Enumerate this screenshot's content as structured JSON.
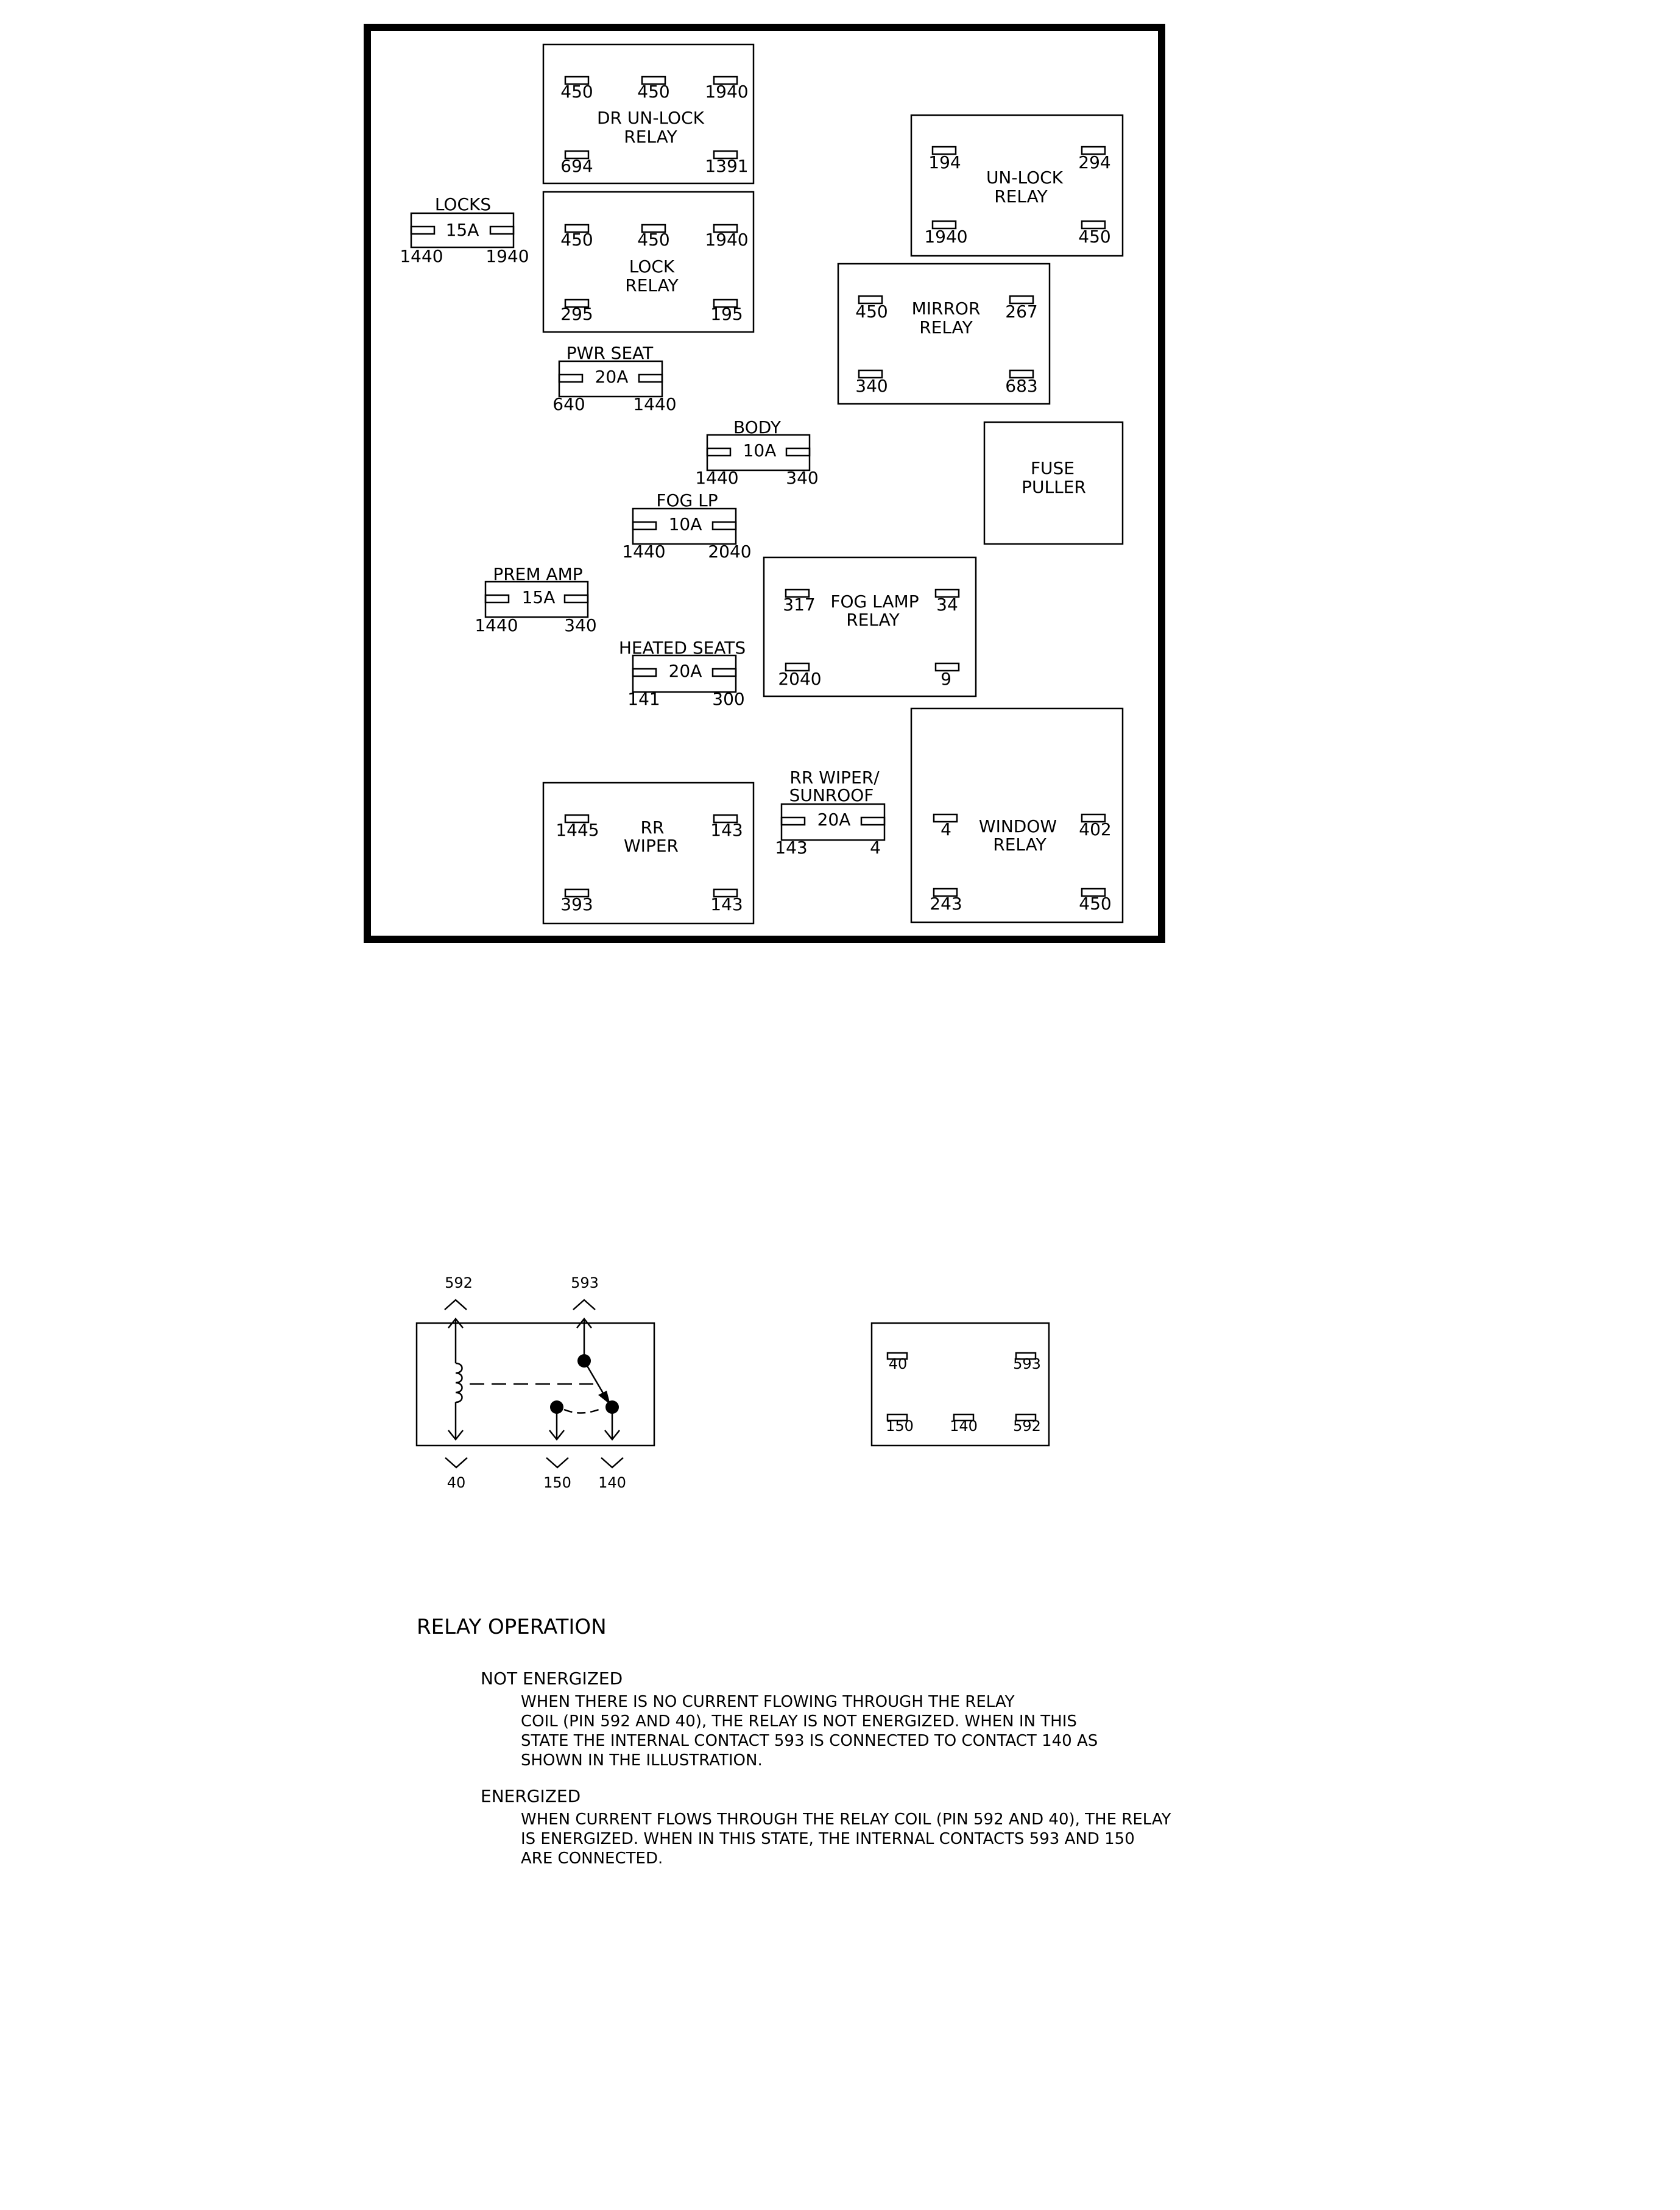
{
  "fuse_box": {
    "relays": [
      {
        "id": "dr-unlock-relay",
        "label": [
          "DR UN-LOCK",
          "RELAY"
        ],
        "pins": [
          "450",
          "450",
          "1940",
          "694",
          "1391"
        ]
      },
      {
        "id": "lock-relay",
        "label": [
          "LOCK",
          "RELAY"
        ],
        "pins": [
          "450",
          "450",
          "1940",
          "295",
          "195"
        ]
      },
      {
        "id": "unlock-relay",
        "label": [
          "UN-LOCK",
          "RELAY"
        ],
        "pins": [
          "194",
          "294",
          "1940",
          "450"
        ]
      },
      {
        "id": "mirror-relay",
        "label": [
          "MIRROR",
          "RELAY"
        ],
        "pins": [
          "450",
          "267",
          "340",
          "683"
        ]
      },
      {
        "id": "fog-lamp-relay",
        "label": [
          "FOG LAMP",
          "RELAY"
        ],
        "pins": [
          "317",
          "34",
          "2040",
          "9"
        ]
      },
      {
        "id": "rr-wiper-relay",
        "label": [
          "RR",
          "WIPER"
        ],
        "pins": [
          "1445",
          "143",
          "393",
          "143"
        ]
      },
      {
        "id": "window-relay",
        "label": [
          "WINDOW",
          "RELAY"
        ],
        "pins": [
          "4",
          "402",
          "243",
          "450"
        ]
      }
    ],
    "fuses": [
      {
        "id": "locks",
        "name": [
          "LOCKS"
        ],
        "rating": "15A",
        "pins": [
          "1440",
          "1940"
        ]
      },
      {
        "id": "pwr-seat",
        "name": [
          "PWR SEAT"
        ],
        "rating": "20A",
        "pins": [
          "640",
          "1440"
        ]
      },
      {
        "id": "body",
        "name": [
          "BODY"
        ],
        "rating": "10A",
        "pins": [
          "1440",
          "340"
        ]
      },
      {
        "id": "fog-lp",
        "name": [
          "FOG LP"
        ],
        "rating": "10A",
        "pins": [
          "1440",
          "2040"
        ]
      },
      {
        "id": "prem-amp",
        "name": [
          "PREM AMP"
        ],
        "rating": "15A",
        "pins": [
          "1440",
          "340"
        ]
      },
      {
        "id": "heated-seats",
        "name": [
          "HEATED SEATS"
        ],
        "rating": "20A",
        "pins": [
          "141",
          "300"
        ]
      },
      {
        "id": "rr-wiper-sunroof",
        "name": [
          "RR WIPER/",
          "SUNROOF"
        ],
        "rating": "20A",
        "pins": [
          "143",
          "4"
        ]
      }
    ],
    "fuse_puller": [
      "FUSE",
      "PULLER"
    ]
  },
  "relay_schematic": {
    "top_pins": [
      "592",
      "593"
    ],
    "bottom_pins": [
      "40",
      "150",
      "140"
    ]
  },
  "relay_pinout": {
    "pins": [
      "40",
      "593",
      "150",
      "140",
      "592"
    ]
  },
  "relay_operation": {
    "title": "RELAY OPERATION",
    "not_energized": {
      "heading": "NOT ENERGIZED",
      "lines": [
        "WHEN THERE IS NO CURRENT FLOWING THROUGH THE RELAY",
        "COIL (PIN 592 AND 40), THE RELAY IS NOT ENERGIZED.  WHEN IN THIS",
        "STATE THE INTERNAL CONTACT 593 IS CONNECTED TO CONTACT 140 AS",
        "SHOWN IN THE ILLUSTRATION."
      ]
    },
    "energized": {
      "heading": "ENERGIZED",
      "lines": [
        "WHEN CURRENT FLOWS THROUGH THE RELAY COIL (PIN 592 AND 40), THE RELAY",
        "IS ENERGIZED.  WHEN IN THIS STATE, THE INTERNAL CONTACTS 593 AND 150",
        "ARE CONNECTED."
      ]
    }
  }
}
